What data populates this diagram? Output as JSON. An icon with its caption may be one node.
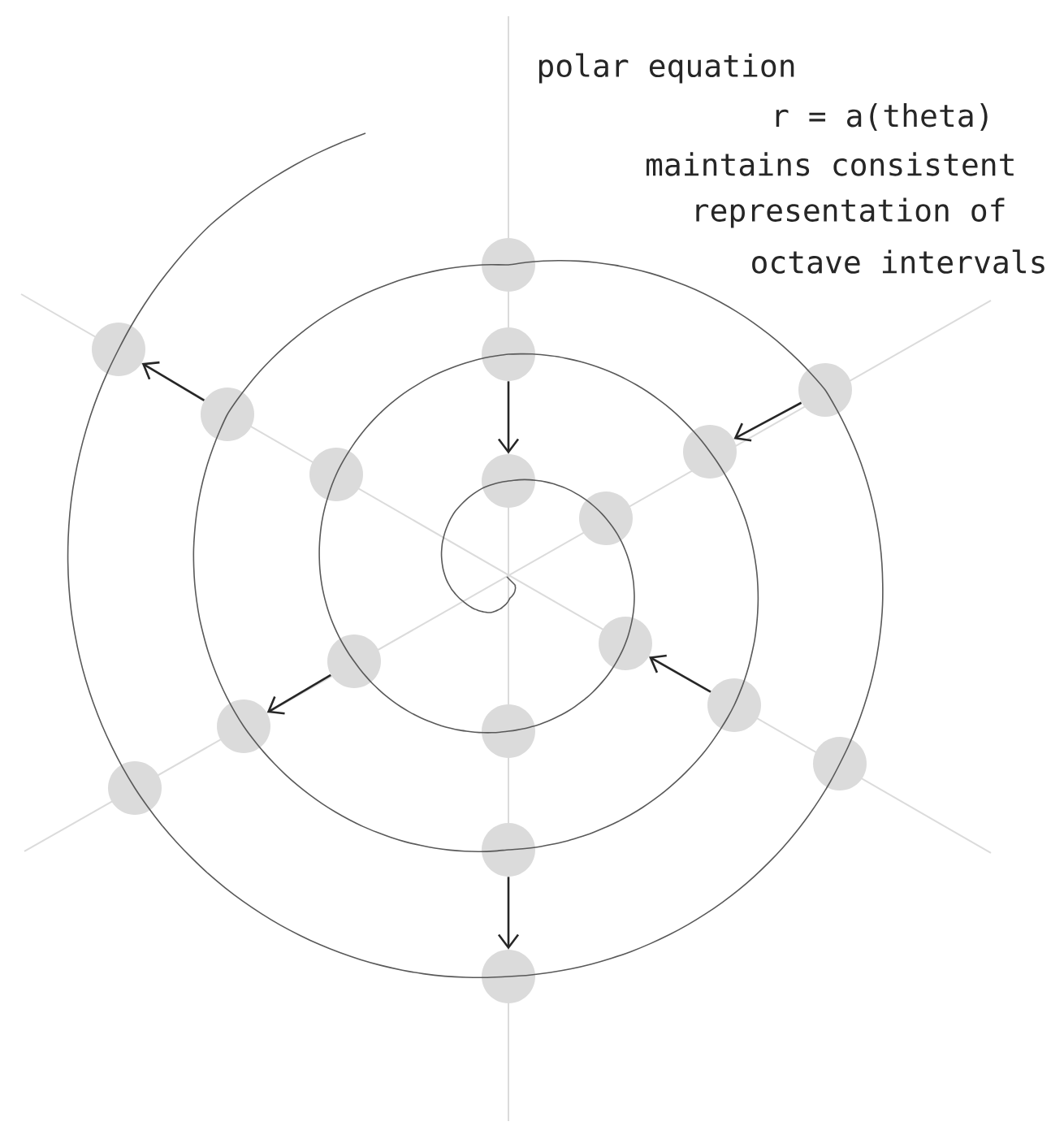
{
  "diagram": {
    "nodes": [
      {
        "text": [],
        "shape": "circle"
      },
      {
        "text": [],
        "shape": "circle"
      },
      {
        "text": [],
        "shape": "circle"
      },
      {
        "text": [],
        "shape": "circle"
      },
      {
        "text": [],
        "shape": "circle"
      },
      {
        "text": [],
        "shape": "circle"
      },
      {
        "text": [],
        "shape": "circle"
      },
      {
        "text": [],
        "shape": "circle"
      },
      {
        "text": [],
        "shape": "circle"
      },
      {
        "text": [],
        "shape": "circle"
      },
      {
        "text": [],
        "shape": "circle"
      },
      {
        "text": [],
        "shape": "circle"
      },
      {
        "text": [],
        "shape": "circle"
      },
      {
        "text": [],
        "shape": "circle"
      },
      {
        "text": [],
        "shape": "circle"
      },
      {
        "text": [],
        "shape": "circle"
      },
      {
        "text": [],
        "shape": "circle"
      },
      {
        "text": [],
        "shape": "circle"
      }
    ],
    "edges": [
      {
        "from": 4,
        "to": 1,
        "arrow": "to"
      },
      {
        "from": 2,
        "to": 7,
        "arrow": "to"
      },
      {
        "from": 3,
        "to": 5,
        "arrow": "to"
      },
      {
        "from": 11,
        "to": 9,
        "arrow": "to"
      },
      {
        "from": 10,
        "to": 12,
        "arrow": "to"
      },
      {
        "from": 16,
        "to": 17,
        "arrow": "to"
      }
    ],
    "labels": [
      "polar equation",
      "r = a(theta)",
      "maintains consistent",
      "representation of",
      "octave intervals"
    ]
  }
}
